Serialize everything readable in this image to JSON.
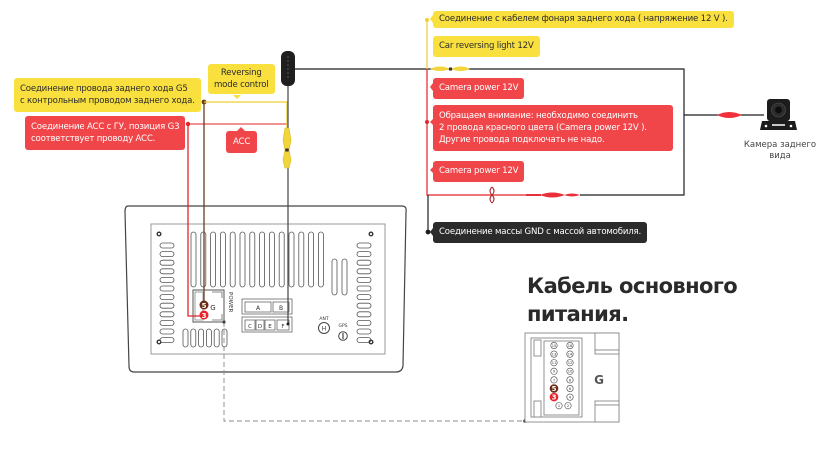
{
  "labels": {
    "reverse_light_connection": "Соединение с кабелем фонаря заднего хода ( напряжение 12 V ).",
    "car_reversing_light": "Car reversing light 12V",
    "camera_power_top": "Camera power 12V",
    "attention_line1": "Обращаем внимание: необходимо соединить",
    "attention_line2": "2 провода красного цвета (Camera power 12V ).",
    "attention_line3": "Другие провода подключать не надо.",
    "camera_power_bottom": "Camera power 12V",
    "gnd_connection": "Соединение массы GND с массой автомобиля.",
    "reverse_wire_line1": "Соединение провода заднего хода G5",
    "reverse_wire_line2": "с контрольным проводом заднего хода.",
    "reversing_mode_line1": "Reversing",
    "reversing_mode_line2": "mode control",
    "acc_connection_line1": "Соединение ACC с ГУ, позиция G3",
    "acc_connection_line2": "соответствует проводу ACC.",
    "acc": "ACC"
  },
  "camera": {
    "caption_line1": "Камера заднего",
    "caption_line2": "вида"
  },
  "head_unit": {
    "power_label": "POWER",
    "g_connector": "G",
    "pin_5": "5",
    "pin_3": "3",
    "connectors": [
      "A",
      "B",
      "C",
      "D",
      "E",
      "F"
    ],
    "ant_label": "ANT",
    "ant_glyph": "H",
    "gps_label": "GPS"
  },
  "main_cable": {
    "title_line1": "Кабель основного",
    "title_line2": "питания.",
    "connector_letter": "G",
    "pins_left": [
      "15",
      "13",
      "11",
      "9",
      "7",
      "5",
      "3",
      "1"
    ],
    "pins_right": [
      "16",
      "14",
      "12",
      "10",
      "8",
      "6",
      "4",
      "2"
    ],
    "highlighted": {
      "5": "#6b2a12",
      "3": "#e8232a"
    }
  },
  "colors": {
    "yellow": "#f9e03f",
    "red": "#f0464a",
    "wire_red": "#e0262a",
    "wire_brown": "#6b3a1e",
    "wire_black": "#1e1e1e",
    "dark": "#2b2b2b"
  }
}
